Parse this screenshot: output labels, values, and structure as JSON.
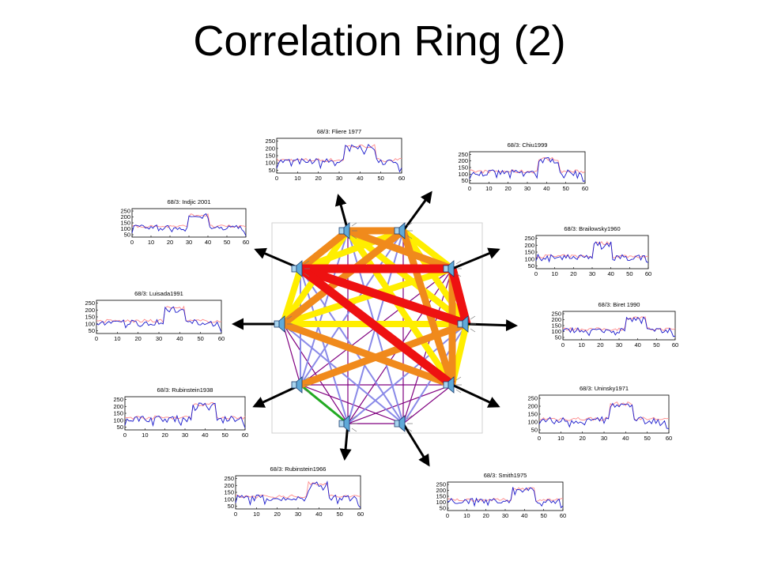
{
  "slide": {
    "title": "Correlation Ring (2)"
  },
  "colors": {
    "band_red": "#ee1111",
    "band_orange": "#f08a1c",
    "band_yellow": "#ffee00",
    "band_periwinkle": "#8a8ae8",
    "band_purple": "#800080",
    "band_green": "#22aa22",
    "series_blue": "#1a1acc",
    "series_pink": "#ff8a8a"
  },
  "speaker_icon": "speaker-icon",
  "plot_axes": {
    "y_ticks": [
      "250",
      "200",
      "150",
      "100",
      "50"
    ],
    "x_ticks": [
      "0",
      "10",
      "20",
      "30",
      "40",
      "50",
      "60"
    ]
  },
  "performances": [
    {
      "id": "fliere",
      "title": "68/3: Fliere 1977",
      "block": [
        33,
        47
      ]
    },
    {
      "id": "chiu",
      "title": "68/3: Chiu1999",
      "block": [
        36,
        46
      ]
    },
    {
      "id": "brailowsky",
      "title": "68/3: Brailowsky1960",
      "block": [
        31,
        40
      ]
    },
    {
      "id": "biret",
      "title": "68/3: Biret 1990",
      "block": [
        34,
        44
      ]
    },
    {
      "id": "uninsky",
      "title": "68/3: Uninsky1971",
      "block": [
        33,
        43
      ]
    },
    {
      "id": "smith",
      "title": "68/3: Smith1975",
      "block": [
        34,
        45
      ]
    },
    {
      "id": "rubinstein66",
      "title": "68/3: Rubinstein1966",
      "block": [
        35,
        44
      ]
    },
    {
      "id": "rubinstein38",
      "title": "68/3: Rubinstein1938",
      "block": [
        34,
        45
      ]
    },
    {
      "id": "luisada",
      "title": "68/3: Luisada1991",
      "block": [
        33,
        42
      ]
    },
    {
      "id": "indjic",
      "title": "68/3: Indjic 2001",
      "block": [
        30,
        40
      ]
    }
  ],
  "connections": [
    {
      "from": "fliere",
      "to": "chiu",
      "strength": "orange"
    },
    {
      "from": "fliere",
      "to": "brailowsky",
      "strength": "orange"
    },
    {
      "from": "fliere",
      "to": "biret",
      "strength": "yellow"
    },
    {
      "from": "fliere",
      "to": "uninsky",
      "strength": "yellow"
    },
    {
      "from": "fliere",
      "to": "smith",
      "strength": "periwinkle"
    },
    {
      "from": "fliere",
      "to": "rubinstein66",
      "strength": "purple"
    },
    {
      "from": "fliere",
      "to": "rubinstein38",
      "strength": "periwinkle"
    },
    {
      "from": "fliere",
      "to": "luisada",
      "strength": "yellow"
    },
    {
      "from": "fliere",
      "to": "indjic",
      "strength": "orange"
    },
    {
      "from": "chiu",
      "to": "brailowsky",
      "strength": "yellow"
    },
    {
      "from": "chiu",
      "to": "biret",
      "strength": "yellow"
    },
    {
      "from": "chiu",
      "to": "uninsky",
      "strength": "orange"
    },
    {
      "from": "chiu",
      "to": "smith",
      "strength": "purple"
    },
    {
      "from": "chiu",
      "to": "rubinstein66",
      "strength": "periwinkle"
    },
    {
      "from": "chiu",
      "to": "rubinstein38",
      "strength": "periwinkle"
    },
    {
      "from": "chiu",
      "to": "luisada",
      "strength": "orange"
    },
    {
      "from": "chiu",
      "to": "indjic",
      "strength": "yellow"
    },
    {
      "from": "brailowsky",
      "to": "biret",
      "strength": "red"
    },
    {
      "from": "brailowsky",
      "to": "uninsky",
      "strength": "orange"
    },
    {
      "from": "brailowsky",
      "to": "smith",
      "strength": "purple"
    },
    {
      "from": "brailowsky",
      "to": "rubinstein66",
      "strength": "purple"
    },
    {
      "from": "brailowsky",
      "to": "rubinstein38",
      "strength": "purple"
    },
    {
      "from": "brailowsky",
      "to": "luisada",
      "strength": "yellow"
    },
    {
      "from": "brailowsky",
      "to": "indjic",
      "strength": "red"
    },
    {
      "from": "biret",
      "to": "uninsky",
      "strength": "yellow"
    },
    {
      "from": "biret",
      "to": "smith",
      "strength": "periwinkle"
    },
    {
      "from": "biret",
      "to": "rubinstein66",
      "strength": "periwinkle"
    },
    {
      "from": "biret",
      "to": "rubinstein38",
      "strength": "orange"
    },
    {
      "from": "biret",
      "to": "luisada",
      "strength": "yellow"
    },
    {
      "from": "biret",
      "to": "indjic",
      "strength": "red"
    },
    {
      "from": "uninsky",
      "to": "smith",
      "strength": "purple"
    },
    {
      "from": "uninsky",
      "to": "rubinstein66",
      "strength": "purple"
    },
    {
      "from": "uninsky",
      "to": "rubinstein38",
      "strength": "purple"
    },
    {
      "from": "uninsky",
      "to": "luisada",
      "strength": "orange"
    },
    {
      "from": "uninsky",
      "to": "indjic",
      "strength": "red"
    },
    {
      "from": "smith",
      "to": "rubinstein66",
      "strength": "purple"
    },
    {
      "from": "smith",
      "to": "rubinstein38",
      "strength": "purple"
    },
    {
      "from": "smith",
      "to": "luisada",
      "strength": "periwinkle"
    },
    {
      "from": "smith",
      "to": "indjic",
      "strength": "periwinkle"
    },
    {
      "from": "rubinstein66",
      "to": "rubinstein38",
      "strength": "green"
    },
    {
      "from": "rubinstein66",
      "to": "luisada",
      "strength": "purple"
    },
    {
      "from": "rubinstein66",
      "to": "indjic",
      "strength": "periwinkle"
    },
    {
      "from": "rubinstein38",
      "to": "luisada",
      "strength": "purple"
    },
    {
      "from": "rubinstein38",
      "to": "indjic",
      "strength": "periwinkle"
    },
    {
      "from": "luisada",
      "to": "indjic",
      "strength": "yellow"
    }
  ]
}
